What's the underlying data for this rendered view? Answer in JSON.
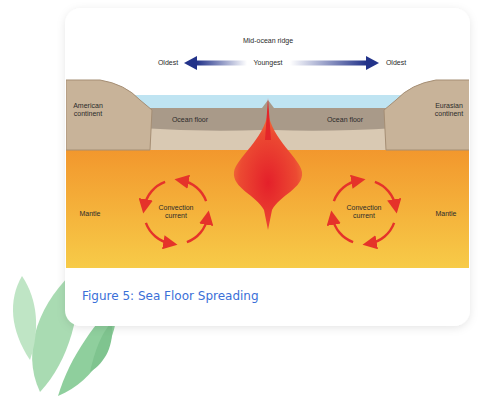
{
  "diagram": {
    "caption": "Figure 5: Sea Floor Spreading",
    "labels": [
      "Mid-ocean ridge",
      "Oldest",
      "Youngest",
      "Oldest",
      "American continent",
      "Ocean floor",
      "Ocean floor",
      "Eurasian continent",
      "Mantle",
      "Convection current",
      "Convection current",
      "Mantle"
    ]
  }
}
